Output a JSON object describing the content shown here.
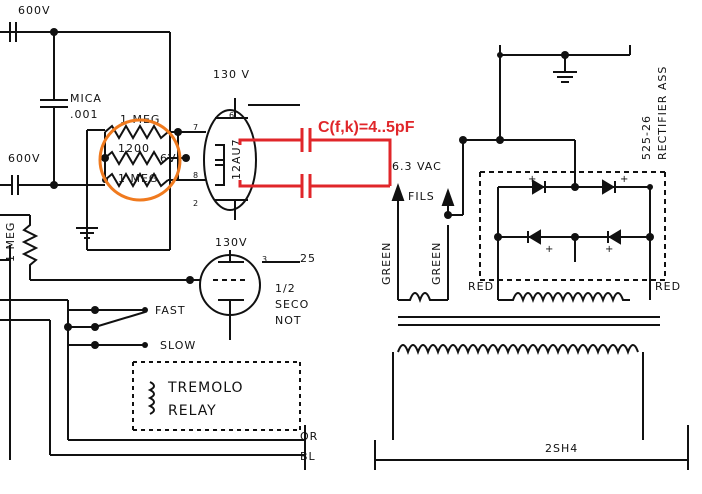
{
  "labels": {
    "v600_top": "600V",
    "mica": "MICA",
    "mica_val": ".001",
    "meg_top": "1 MEG",
    "r1200": "1200",
    "v6": "6V",
    "meg_bottom": "1 MEG",
    "v600_mid": "600V",
    "v130_top": "130 V",
    "tube": "12AU7",
    "pin7": "7",
    "pin6": "6",
    "pin8": "8",
    "pin2": "2",
    "v130_mid": "130V",
    "pin3": "3",
    "v25": "25",
    "half": "1/2",
    "second": "SECO",
    "not": "NOT",
    "meg_left": "1 MEG",
    "fast": "FAST",
    "slow": "SLOW",
    "tremolo": "TREMOLO",
    "relay": "RELAY",
    "or": "OR",
    "bl": "BL",
    "vac": "6.3 VAC",
    "fils": "FILS",
    "green1": "GREEN",
    "green2": "GREEN",
    "red_left": "RED",
    "red_right": "RED",
    "rect_part": "525-26",
    "rect_name": "RECTIFIER ASS",
    "transformer": "2SH4"
  },
  "annotation": {
    "text": "C(f,k)=4..5pF",
    "color": "#e0262a",
    "circle_color": "#f07a1e"
  }
}
